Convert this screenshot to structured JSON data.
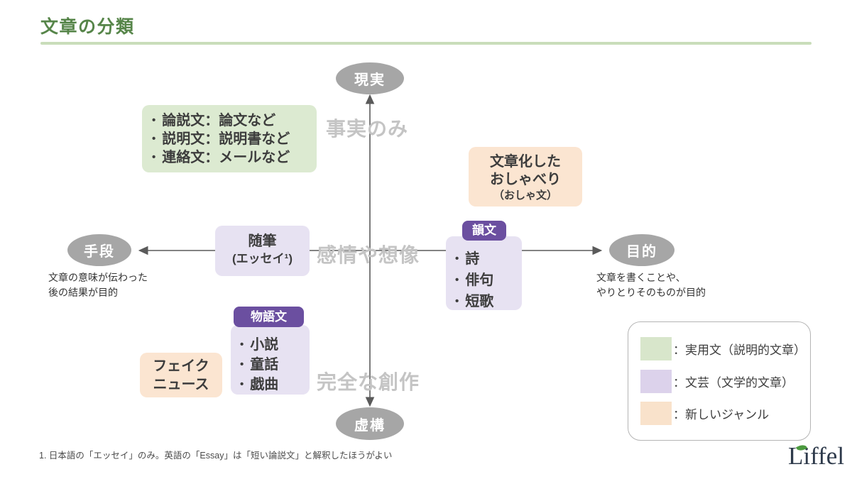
{
  "header": {
    "title": "文章の分類"
  },
  "axes": {
    "top_node": "現実",
    "bottom_node": "虚構",
    "left_node": "手段",
    "right_node": "目的",
    "region_labels": {
      "top": "事実のみ",
      "middle": "感情や想像",
      "bottom": "完全な創作"
    },
    "left_note": {
      "line1": "文章の意味が伝わった",
      "line2": "後の結果が目的"
    },
    "right_note": {
      "line1": "文章を書くことや、",
      "line2": "やりとりそのものが目的"
    }
  },
  "boxes": {
    "practical": {
      "items": [
        "論説文：論文など",
        "説明文：説明書など",
        "連絡文：メールなど"
      ]
    },
    "chat": {
      "line1": "文章化した",
      "line2": "おしゃべり",
      "sub": "（おしゃ文）"
    },
    "essay": {
      "title": "随筆",
      "sub": "(エッセイ¹)"
    },
    "verse": {
      "header": "韻文",
      "items": [
        "詩",
        "俳句",
        "短歌"
      ]
    },
    "story": {
      "header": "物語文",
      "items": [
        "小説",
        "童話",
        "戯曲"
      ]
    },
    "fake": {
      "line1": "フェイク",
      "line2": "ニュース"
    }
  },
  "legend": {
    "items": [
      {
        "swatch": "#d8e6cb",
        "label": "：実用文（説明的文章）"
      },
      {
        "swatch": "#dcd2eb",
        "label": "：文芸（文学的文章）"
      },
      {
        "swatch": "#f9e2cb",
        "label": "：新しいジャンル"
      }
    ]
  },
  "footnote": "1. 日本語の「エッセイ」のみ。英語の「Essay」は「短い論説文」と解釈したほうがよい",
  "logo": {
    "text": "Liffel"
  },
  "colors": {
    "title_green": "#568549",
    "accent_rule": "#c9ddba",
    "node_gray": "#a6a6a6",
    "watermark_gray": "#c4c4c4",
    "practical_green": "#dcead1",
    "new_genre_orange": "#fbe5d1",
    "literary_purple": "#e7e2f2",
    "literary_header_purple": "#6b4fa0",
    "axis_line": "#5a5a5a"
  }
}
